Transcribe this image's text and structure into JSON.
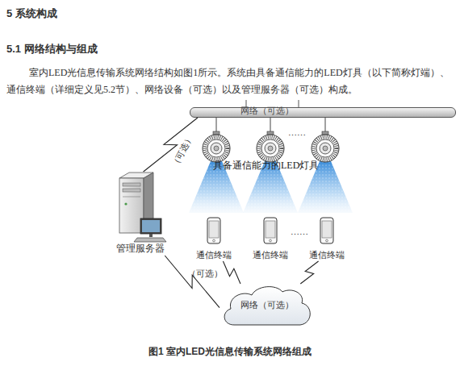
{
  "diagram": {
    "title": "5 系统构成",
    "caption": "图1 室内LED光信息传输系统网络组成",
    "nodes": [
      {
        "text": [
          "网络（可选）"
        ]
      },
      {
        "text": [
          "管理服务器"
        ]
      },
      {
        "text": [
          "通信终端"
        ]
      },
      {
        "text": [
          "通信终端"
        ]
      },
      {
        "text": [
          "通信终端"
        ]
      },
      {
        "text": [
          "网络（可选）"
        ]
      }
    ],
    "edges": [
      {
        "from": 1,
        "to": 0,
        "arrow": "none",
        "label": "（可选）"
      },
      {
        "from": 1,
        "to": 5,
        "arrow": "none",
        "label": "（可选）"
      },
      {
        "from": 5,
        "to": 2,
        "arrow": "none"
      },
      {
        "from": 5,
        "to": 4,
        "arrow": "none"
      }
    ],
    "labels": [
      "5.1 网络结构与组成",
      "室内LED光信息传输系统网络结构如图1所示。系统由具备通信能力的LED灯具（以下简称灯端）、 通信终端（详细定义见5.2节）、网络设备（可选）以及管理服务器（可选）构成。",
      "具备通信能力的LED灯具",
      "……",
      "……"
    ]
  }
}
